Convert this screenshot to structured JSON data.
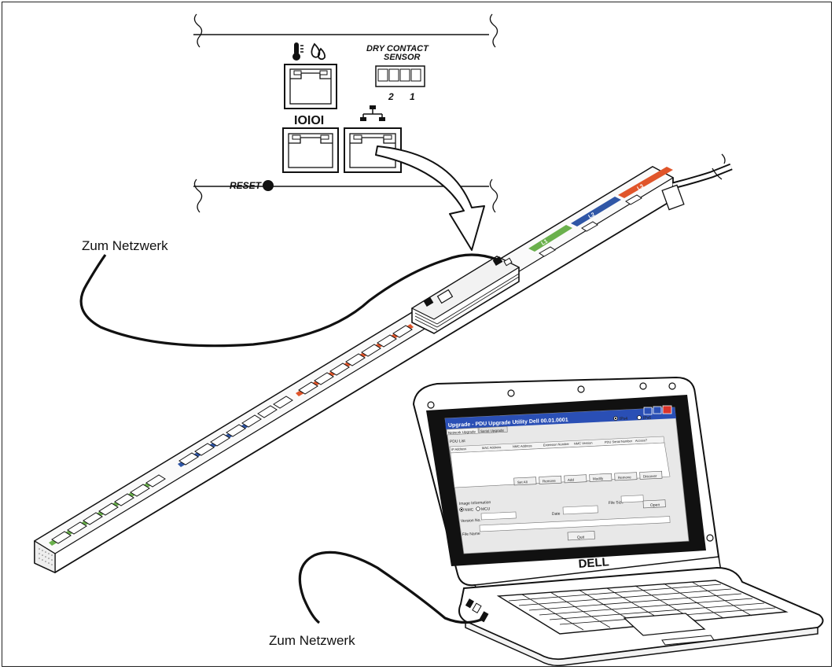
{
  "labels": {
    "network_top": "Zum Netzwerk",
    "network_bottom": "Zum Netzwerk",
    "dry_contact_line1": "DRY CONTACT",
    "dry_contact_line2": "SENSOR",
    "dry_contact_port2": "2",
    "dry_contact_port1": "1",
    "serial_port": "IOIOI",
    "reset": "RESET",
    "laptop_brand": "DELL"
  },
  "pdu_segment_labels": [
    "L3",
    "L2",
    "L1"
  ],
  "screen": {
    "window_title": "Upgrade - PDU Upgrade Utility Dell 00.01.0001",
    "radio_ipv4": "IPv4",
    "radio_ipv6": "IPv6",
    "tabs": [
      "Network Upgrade",
      "Serial Upgrade"
    ],
    "section_title": "PDU List",
    "columns": [
      "IP Address",
      "MAC Address",
      "NMC Address",
      "Extension Number",
      "NMC Version",
      "PDU Serial Number",
      "Access?"
    ],
    "buttons": [
      "Set All",
      "Remove",
      "Add",
      "Modify",
      "Remove",
      "Discover"
    ],
    "image_info_title": "Image Information",
    "radio_nmc": "NMC",
    "radio_mcu": "MCU",
    "version_label": "Version No.",
    "date_label": "Date",
    "file_size_label": "File Size",
    "open_button": "Open",
    "file_name_label": "File Name",
    "quit_button": "Quit"
  },
  "colors": {
    "l1": "#6ab04c",
    "l2": "#2f56a6",
    "l3": "#e0552a",
    "screen_bg": "#111111",
    "window_title": "#2a4fb5"
  }
}
